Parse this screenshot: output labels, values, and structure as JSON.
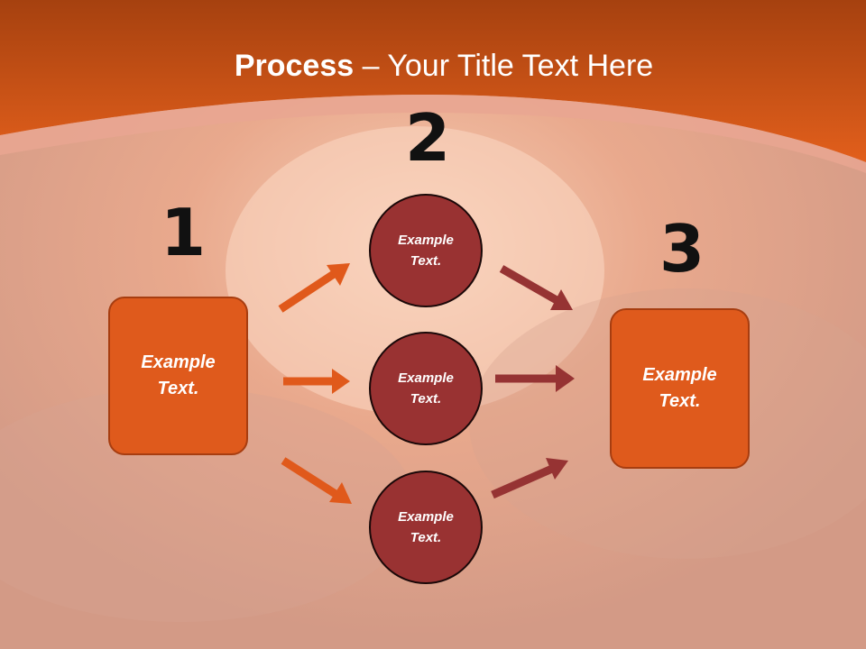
{
  "slide": {
    "title_bold": "Process",
    "title_rest": " – Your Title Text Here",
    "step_numbers": [
      "1",
      "2",
      "3"
    ],
    "left_box": "Example\nText.",
    "right_box": "Example\nText.",
    "circles": [
      "Example\nText.",
      "Example\nText.",
      "Example\nText."
    ]
  },
  "colors": {
    "orange": "#df5a1c",
    "dark_red": "#993232",
    "arrow_orange": "#e0591b",
    "arrow_red": "#963333"
  }
}
